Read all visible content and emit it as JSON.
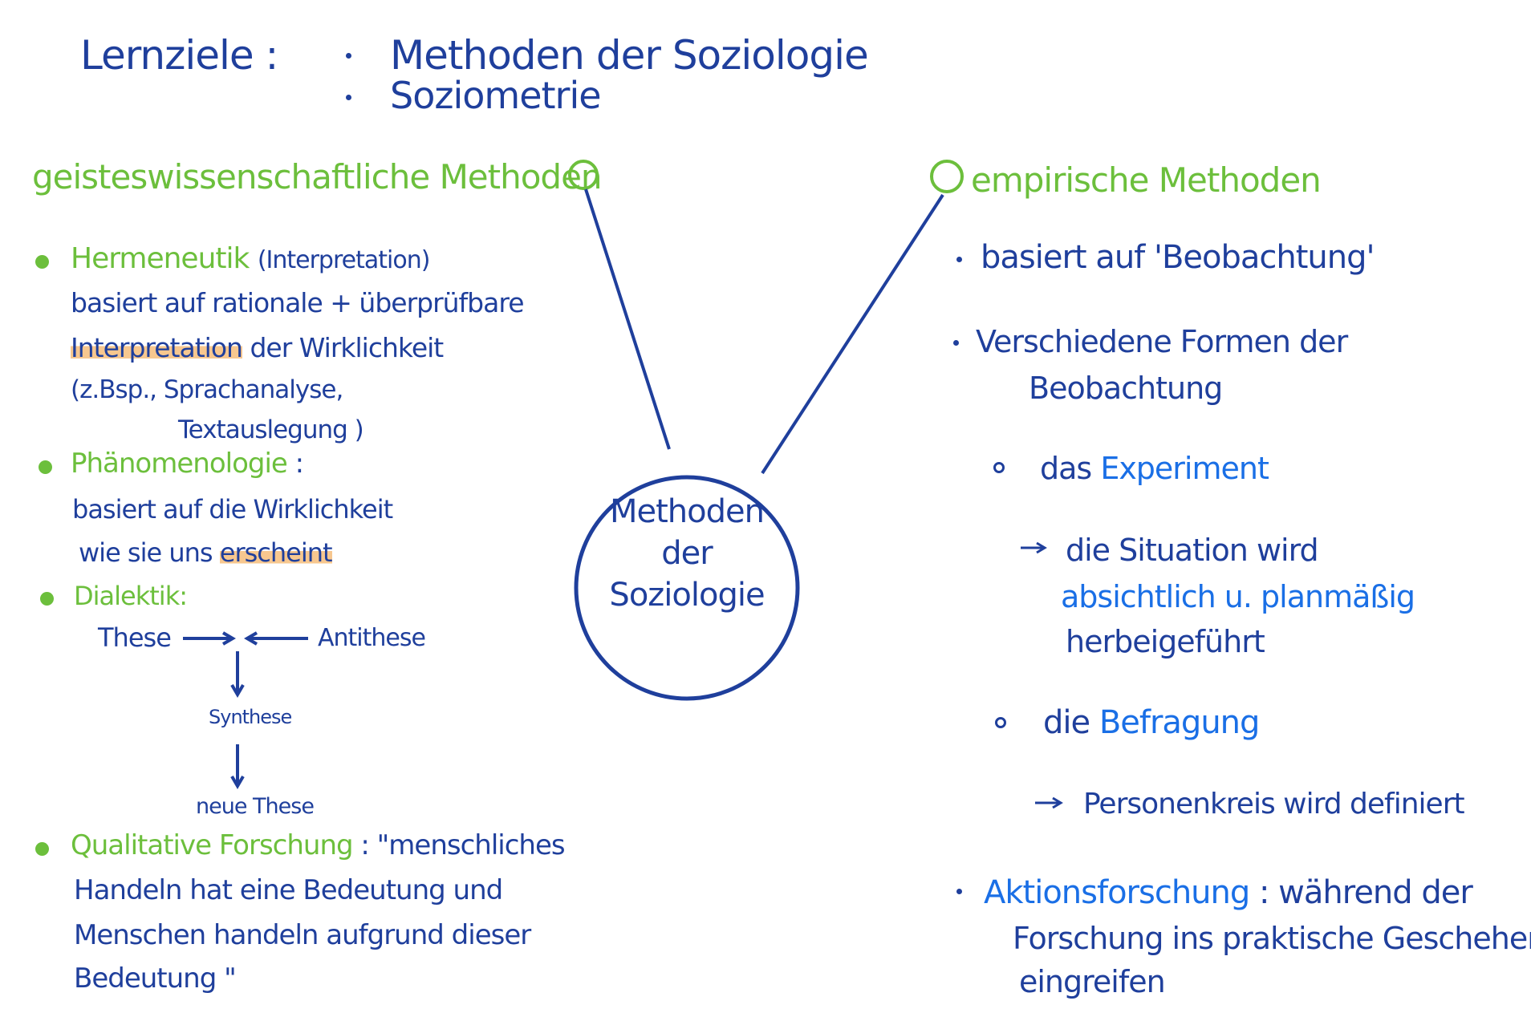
{
  "lernziele": {
    "label": "Lernziele :",
    "items": [
      "Methoden der Soziologie",
      "Soziometrie"
    ]
  },
  "center": {
    "label_lines": [
      "Methoden",
      "der",
      "Soziologie"
    ]
  },
  "left": {
    "heading": "geisteswissenschaftliche Methoden",
    "hermeneutik": {
      "title": "Hermeneutik",
      "title_suffix": "(Interpretation)",
      "lines": [
        "basiert auf rationale + überprüfbare",
        "der Wirklichkeit",
        "(z.Bsp., Sprachanalyse,",
        "Textauslegung )"
      ],
      "highlight": "Interpretation"
    },
    "phaenomenologie": {
      "title": "Phänomenologie",
      "title_suffix": ":",
      "lines": [
        "basiert auf die Wirklichkeit",
        "wie sie uns"
      ],
      "highlight": "erscheint"
    },
    "dialektik": {
      "title": "Dialektik:",
      "these": "These",
      "antithese": "Antithese",
      "synthese": "Synthese",
      "neue_these": "neue These"
    },
    "qualitative": {
      "title": "Qualitative Forschung",
      "quote_start": ": \"menschliches",
      "lines": [
        "Handeln hat eine Bedeutung und",
        "Menschen handeln aufgrund dieser",
        "Bedeutung \""
      ]
    }
  },
  "right": {
    "heading": "empirische Methoden",
    "bullet1": "basiert auf 'Beobachtung'",
    "bullet2_lines": [
      "Verschiedene Formen der",
      "Beobachtung"
    ],
    "experiment": {
      "prefix": "das",
      "term": "Experiment",
      "arrow_line": "die Situation wird",
      "highlight_line": "absichtlich u. planmäßig",
      "last_line": "herbeigeführt"
    },
    "befragung": {
      "prefix": "die",
      "term": "Befragung",
      "arrow_line": "Personenkreis wird definiert"
    },
    "aktion": {
      "term": "Aktionsforschung",
      "rest": ": während der",
      "lines": [
        "Forschung ins praktische Geschehen",
        "eingreifen"
      ]
    }
  },
  "colors": {
    "blue": "#1f3f9c",
    "green": "#6cbf3c",
    "light_blue": "#1a6fe6",
    "highlight": "#f7c78f"
  }
}
